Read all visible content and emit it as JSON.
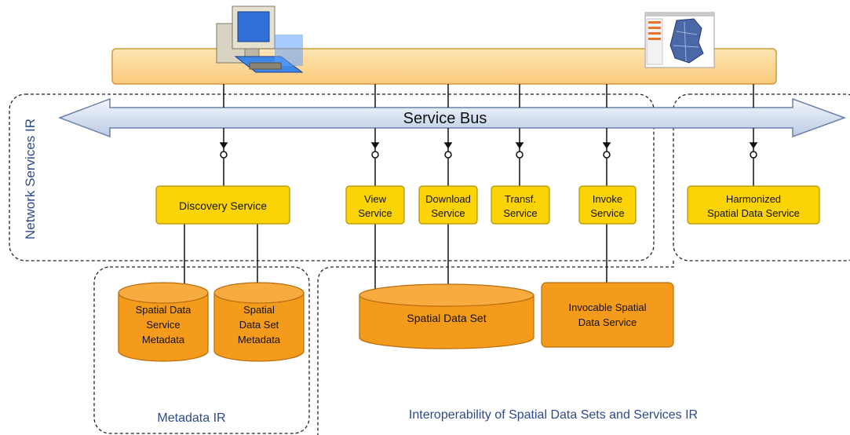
{
  "region_labels": {
    "network_services": "Network Services IR",
    "metadata": "Metadata IR",
    "interoperability": "Interoperability of Spatial Data Sets and Services IR"
  },
  "bus": {
    "label": "Service Bus"
  },
  "services": {
    "discovery": [
      "Discovery Service"
    ],
    "view": [
      "View",
      "Service"
    ],
    "download": [
      "Download",
      "Service"
    ],
    "transform": [
      "Transf.",
      "Service"
    ],
    "invoke": [
      "Invoke",
      "Service"
    ],
    "harmonized": [
      "Harmonized",
      "Spatial Data Service"
    ]
  },
  "data_stores": {
    "service_metadata": [
      "Spatial Data",
      "Service",
      "Metadata"
    ],
    "dataset_metadata": [
      "Spatial",
      "Data Set",
      "Metadata"
    ],
    "spatial_data_set": [
      "Spatial Data Set"
    ],
    "invocable": [
      "Invocable Spatial",
      "Data Service"
    ]
  },
  "icons": {
    "client_computer": "computer-icon",
    "map_viewer": "map-viewer-icon"
  },
  "colors": {
    "client_bar": "#fdd696",
    "bus_fill": "#dce6f5",
    "service_box": "#fcd405",
    "data_store": "#f59b1c",
    "data_store_top": "#f8ac40"
  }
}
